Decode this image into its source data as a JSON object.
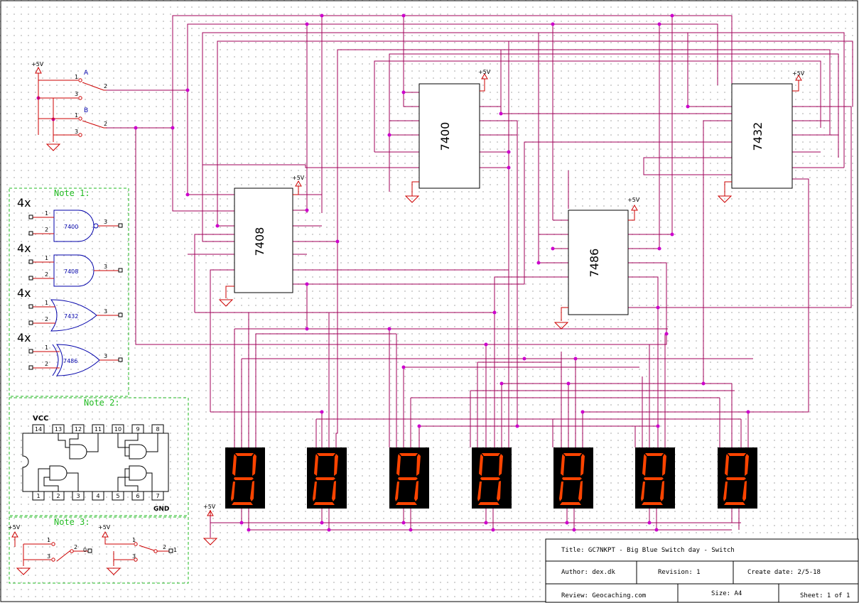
{
  "notes": {
    "note1_title": "Note 1:",
    "note2_title": "Note 2:",
    "note3_title": "Note 3:",
    "gate_multiplier": "4x",
    "gates": [
      "7400",
      "7408",
      "7432",
      "7486"
    ],
    "gate_pins": {
      "in1": "1",
      "in2": "2",
      "out": "3"
    }
  },
  "chips": {
    "c7400": "7400",
    "c7408": "7408",
    "c7432": "7432",
    "c7486": "7486"
  },
  "power": {
    "vcc_label": "+5V"
  },
  "switches": {
    "a_label": "A",
    "b_label": "B",
    "pin1": "1",
    "pin2": "2",
    "pin3": "3",
    "out0": "0",
    "out1": "1"
  },
  "pinout": {
    "vcc": "VCC",
    "gnd": "GND",
    "top_pins": [
      "14",
      "13",
      "12",
      "11",
      "10",
      "9",
      "8"
    ],
    "bottom_pins": [
      "1",
      "2",
      "3",
      "4",
      "5",
      "6",
      "7"
    ]
  },
  "title_block": {
    "title": "Title: GC7NKPT - Big Blue Switch day - Switch",
    "author": "Author: dex.dk",
    "revision": "Revision: 1",
    "create_date": "Create date: 2/5-18",
    "review": "Review: Geocaching.com",
    "size": "Size: A4",
    "sheet": "Sheet: 1 of 1"
  },
  "colors": {
    "wire": "#a0005a",
    "junction": "#cc00cc",
    "power": "#cc0000",
    "note_border": "#22bb22",
    "gate_text": "#0000aa",
    "segment": "#ff4400",
    "display_body": "#000000"
  },
  "display_count": 7
}
